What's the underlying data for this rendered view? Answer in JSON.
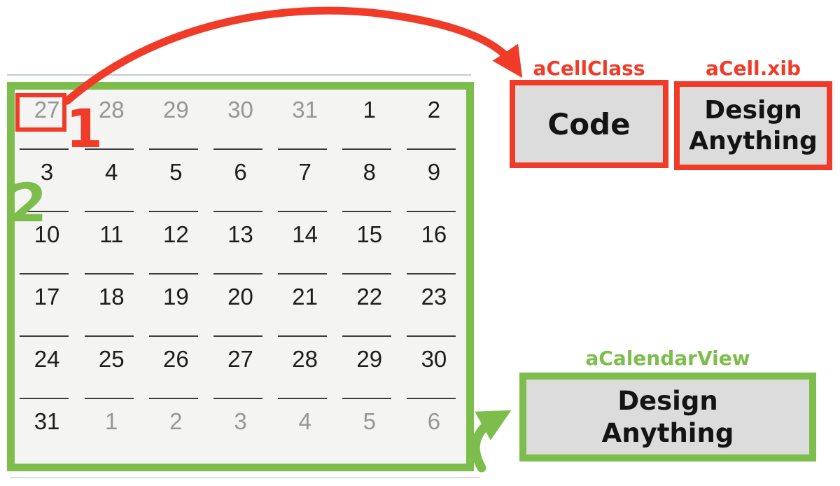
{
  "colors": {
    "red": "#f03b28",
    "green": "#7cbd4c",
    "box_fill": "#dcdcdc",
    "calendar_bg": "#f4f4f3",
    "day_dark": "#1d1d1d",
    "day_muted": "#969696",
    "line": "#3c3c3c"
  },
  "steps": {
    "one": "1",
    "two": "2"
  },
  "calendar": {
    "rows": [
      [
        {
          "v": "27",
          "muted": true,
          "highlight": true
        },
        {
          "v": "28",
          "muted": true
        },
        {
          "v": "29",
          "muted": true
        },
        {
          "v": "30",
          "muted": true
        },
        {
          "v": "31",
          "muted": true
        },
        {
          "v": "1"
        },
        {
          "v": "2"
        }
      ],
      [
        {
          "v": "3"
        },
        {
          "v": "4"
        },
        {
          "v": "5"
        },
        {
          "v": "6"
        },
        {
          "v": "7"
        },
        {
          "v": "8"
        },
        {
          "v": "9"
        }
      ],
      [
        {
          "v": "10"
        },
        {
          "v": "11"
        },
        {
          "v": "12"
        },
        {
          "v": "13"
        },
        {
          "v": "14"
        },
        {
          "v": "15"
        },
        {
          "v": "16"
        }
      ],
      [
        {
          "v": "17"
        },
        {
          "v": "18"
        },
        {
          "v": "19"
        },
        {
          "v": "20"
        },
        {
          "v": "21"
        },
        {
          "v": "22"
        },
        {
          "v": "23"
        }
      ],
      [
        {
          "v": "24"
        },
        {
          "v": "25"
        },
        {
          "v": "26"
        },
        {
          "v": "27"
        },
        {
          "v": "28"
        },
        {
          "v": "29"
        },
        {
          "v": "30"
        }
      ],
      [
        {
          "v": "31"
        },
        {
          "v": "1",
          "muted": true
        },
        {
          "v": "2",
          "muted": true
        },
        {
          "v": "3",
          "muted": true
        },
        {
          "v": "4",
          "muted": true
        },
        {
          "v": "5",
          "muted": true
        },
        {
          "v": "6",
          "muted": true
        }
      ]
    ]
  },
  "cell_class": {
    "label": "aCellClass",
    "box_text": "Code"
  },
  "cell_xib": {
    "label": "aCell.xib",
    "box_lines": [
      "Design",
      "Anything"
    ]
  },
  "calendar_view": {
    "label": "aCalendarView",
    "box_lines": [
      "Design",
      "Anything"
    ]
  }
}
